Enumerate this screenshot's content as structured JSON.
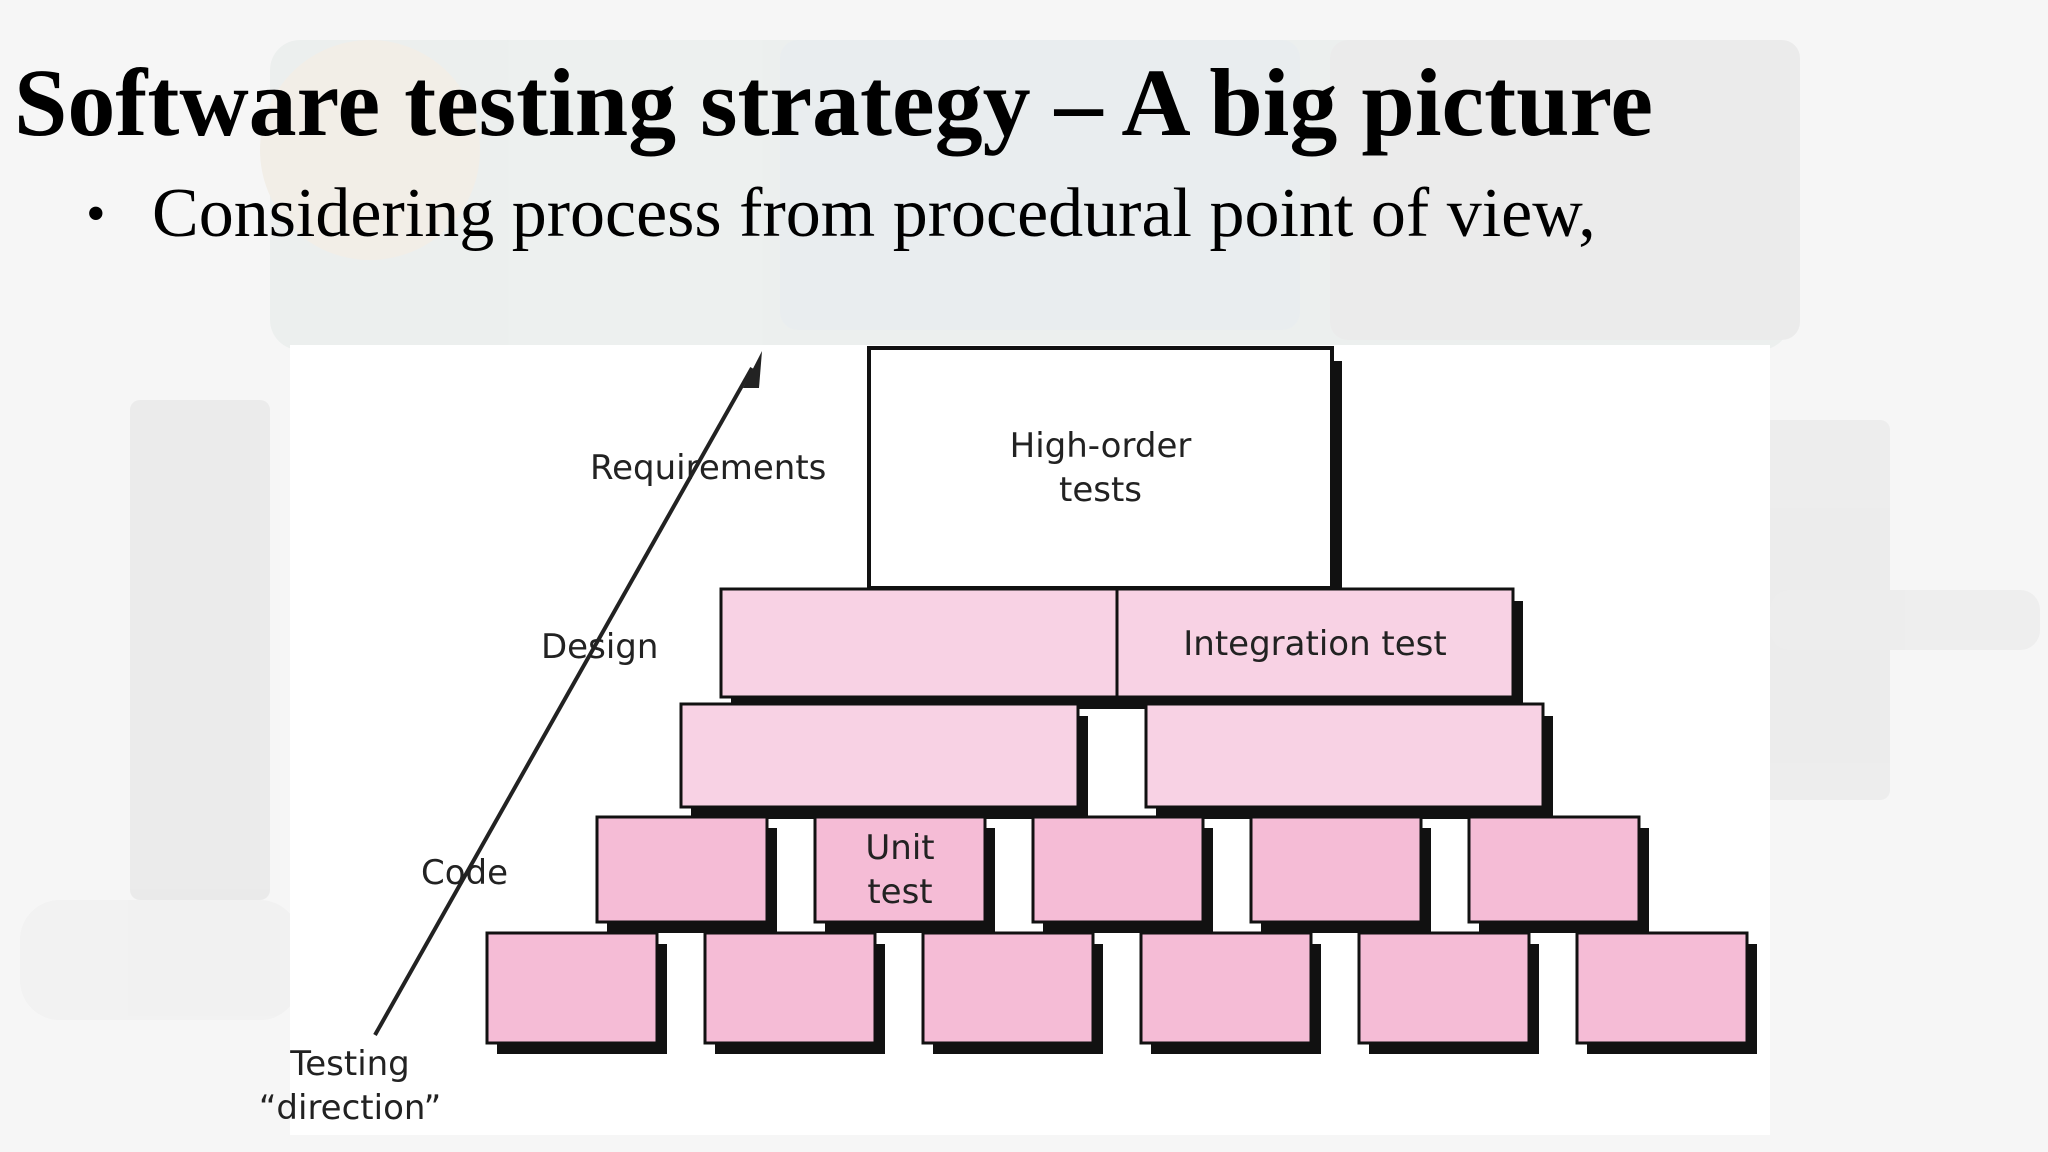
{
  "slide": {
    "title": "Software testing strategy – A big picture",
    "bullet": "Considering process from procedural point of view,"
  },
  "diagram": {
    "boxes": {
      "high_order": {
        "line1": "High-order",
        "line2": "tests"
      },
      "integration": "Integration test",
      "unit": {
        "line1": "Unit",
        "line2": "test"
      }
    },
    "direction_labels": {
      "requirements": "Requirements",
      "design": "Design",
      "code": "Code",
      "testing_line1": "Testing",
      "testing_line2": "“direction”"
    },
    "colors": {
      "integration_fill": "#f8d2e4",
      "unit_fill": "#f5bcd6",
      "border": "#111111",
      "shadow": "#111111"
    }
  }
}
